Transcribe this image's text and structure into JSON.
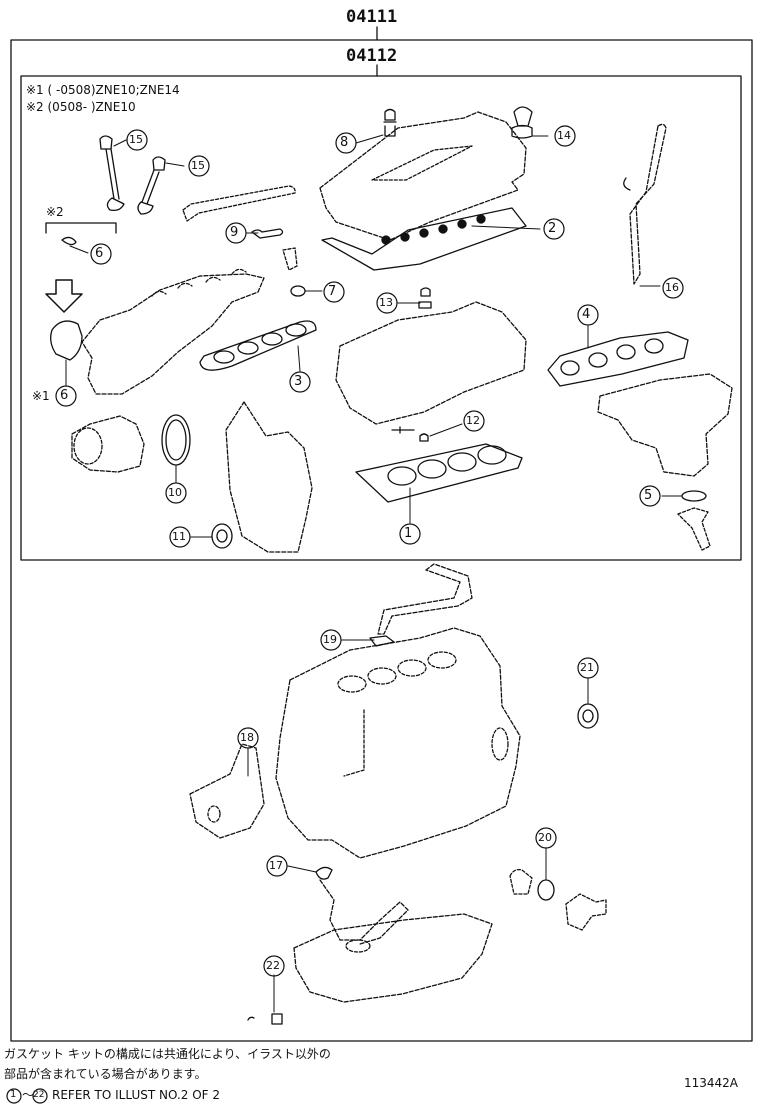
{
  "header": {
    "kit_outer": "04111",
    "kit_inner": "04112"
  },
  "notes": {
    "note1": "※1 (      -0508)ZNE10;ZNE14",
    "note2": "※2 (0508-      )ZNE10",
    "mark2": "※2",
    "mark1": "※1"
  },
  "callouts": {
    "c1": "1",
    "c2": "2",
    "c3": "3",
    "c4": "4",
    "c5": "5",
    "c6a": "6",
    "c6b": "6",
    "c7": "7",
    "c8": "8",
    "c9": "9",
    "c10": "10",
    "c11": "11",
    "c12": "12",
    "c13": "13",
    "c14": "14",
    "c15a": "15",
    "c15b": "15",
    "c16": "16",
    "c17": "17",
    "c18": "18",
    "c19": "19",
    "c20": "20",
    "c21": "21",
    "c22": "22"
  },
  "footer": {
    "jp_line1": "ガスケット キットの構成には共通化により、イラスト以外の",
    "jp_line2": "部品が含まれている場合があります。",
    "ref_prefix1": "1",
    "ref_tilde": "～",
    "ref_prefix2": "22",
    "ref_text": "REFER TO ILLUST NO.2 OF 2",
    "illust_no": "113442A"
  }
}
